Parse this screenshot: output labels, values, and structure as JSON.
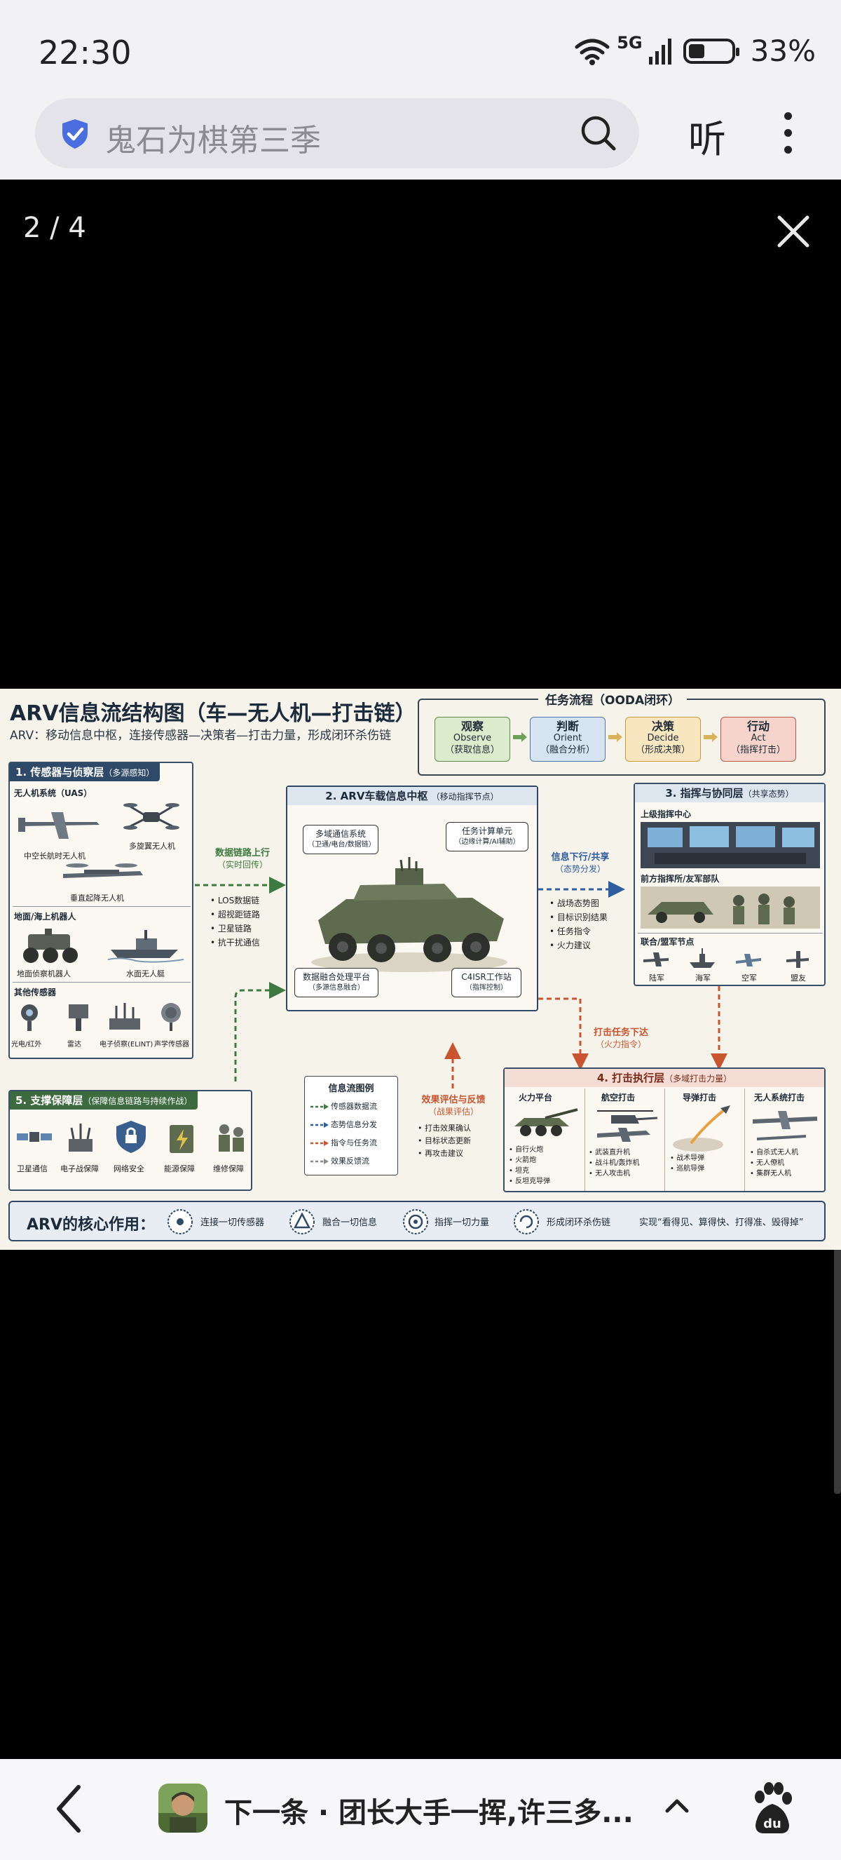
{
  "status_bar": {
    "time": "22:30",
    "network": "5G",
    "battery": "33%"
  },
  "search": {
    "query": "鬼石为棋第三季",
    "listen_label": "听"
  },
  "viewer": {
    "counter": "2 / 4"
  },
  "image": {
    "title": "ARV信息流结构图（车—无人机—打击链）",
    "subtitle": "ARV：移动信息中枢，连接传感器—决策者—打击力量，形成闭环杀伤链",
    "ooda": {
      "title": "任务流程（OODA闭环）",
      "steps": [
        {
          "cn": "观察",
          "en": "Observe",
          "desc": "（获取信息）",
          "color": "#dbeccd"
        },
        {
          "cn": "判断",
          "en": "Orient",
          "desc": "（融合分析）",
          "color": "#d6e4f2"
        },
        {
          "cn": "决策",
          "en": "Decide",
          "desc": "（形成决策）",
          "color": "#f7e6bf"
        },
        {
          "cn": "行动",
          "en": "Act",
          "desc": "（指挥打击）",
          "color": "#f6d4cc"
        }
      ]
    },
    "sensors": {
      "title": "1. 传感器与侦察层",
      "title_note": "（多源感知）",
      "uas_head": "无人机系统（UAS）",
      "uas_items": [
        "中空长航时无人机",
        "多旋翼无人机",
        "垂直起降无人机"
      ],
      "ground_head": "地面/海上机器人",
      "ground_items": [
        "地面侦察机器人",
        "水面无人艇"
      ],
      "other_head": "其他传感器",
      "other_items": [
        "光电/红外",
        "雷达",
        "电子侦察(ELINT)",
        "声学传感器"
      ]
    },
    "uplink": {
      "label": "数据链路上行",
      "note": "（实时回传）",
      "bullets": [
        "LOS数据链",
        "超视距链路",
        "卫星链路",
        "抗干扰通信"
      ]
    },
    "hub": {
      "title": "2. ARV车载信息中枢",
      "title_note": "（移动指挥节点）",
      "comm": "多域通信系统",
      "comm_note": "（卫通/电台/数据链）",
      "compute": "任务计算单元",
      "compute_note": "（边缘计算/AI辅助）",
      "fusion": "数据融合处理平台",
      "fusion_note": "（多源信息融合）",
      "c4isr": "C4ISR工作站",
      "c4isr_note": "（指挥控制）"
    },
    "downlink": {
      "label": "信息下行/共享",
      "note": "（态势分发）",
      "bullets": [
        "战场态势图",
        "目标识别结果",
        "任务指令",
        "火力建议"
      ]
    },
    "command": {
      "title": "3. 指挥与协同层",
      "title_note": "（共享态势）",
      "sup_head": "上级指挥中心",
      "fwd_head": "前方指挥所/友军部队",
      "joint_head": "联合/盟军节点",
      "joint_items": [
        "陆军",
        "海军",
        "空军",
        "盟友"
      ]
    },
    "strike_task": {
      "label": "打击任务下达",
      "note": "（火力指令）"
    },
    "strike": {
      "title": "4. 打击执行层",
      "title_note": "（多域打击力量）",
      "cols": [
        {
          "head": "火力平台",
          "items": [
            "自行火炮",
            "火箭炮",
            "坦克",
            "反坦克导弹"
          ]
        },
        {
          "head": "航空打击",
          "items": [
            "武装直升机",
            "战斗机/轰炸机",
            "无人攻击机"
          ]
        },
        {
          "head": "导弹打击",
          "items": [
            "战术导弹",
            "巡航导弹"
          ]
        },
        {
          "head": "无人系统打击",
          "items": [
            "自杀式无人机",
            "无人僚机",
            "集群无人机"
          ]
        }
      ]
    },
    "feedback": {
      "label": "效果评估与反馈",
      "note": "（战果评估）",
      "bullets": [
        "打击效果确认",
        "目标状态更新",
        "再攻击建议"
      ]
    },
    "legend": {
      "title": "信息流图例",
      "items": [
        {
          "label": "传感器数据流",
          "color": "#3d7a3f"
        },
        {
          "label": "态势信息分发",
          "color": "#2f5e9e"
        },
        {
          "label": "指令与任务流",
          "color": "#c9542f"
        },
        {
          "label": "效果反馈流",
          "color": "#8a8a8a"
        }
      ]
    },
    "support": {
      "title": "5. 支撑保障层",
      "title_note": "（保障信息链路与持续作战）",
      "items": [
        "卫星通信",
        "电子战保障",
        "网络安全",
        "能源保障",
        "维修保障"
      ]
    },
    "core": {
      "title": "ARV的核心作用：",
      "items": [
        "连接一切传感器",
        "融合一切信息",
        "指挥一切力量",
        "形成闭环杀伤链"
      ],
      "slogan": "实现“看得见、算得快、打得准、毁得掉”"
    }
  },
  "bottom": {
    "next_label": "下一条 · 团长大手一挥,许三多..."
  }
}
